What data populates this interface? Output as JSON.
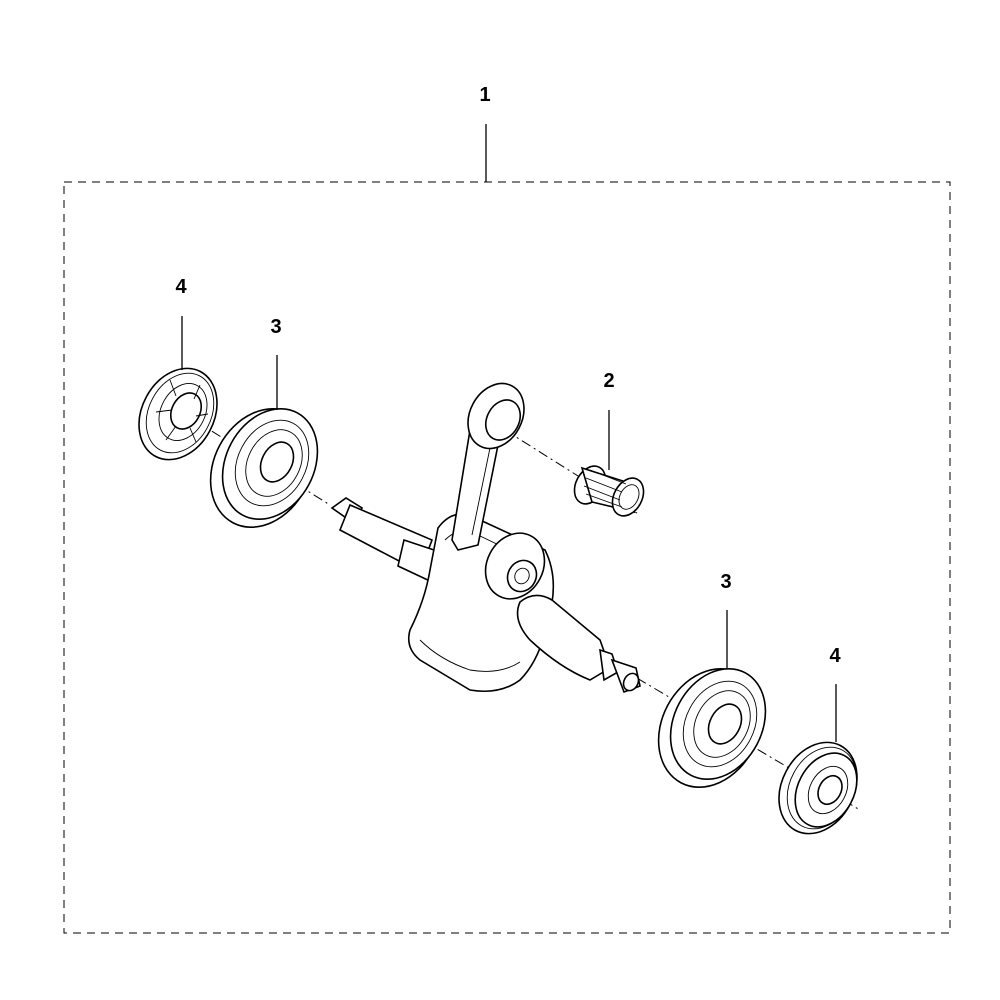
{
  "callouts": {
    "kit": "1",
    "needle_bearing": "2",
    "ball_bearing_left": "3",
    "ball_bearing_right": "3",
    "seal_left": "4",
    "seal_right": "4"
  }
}
